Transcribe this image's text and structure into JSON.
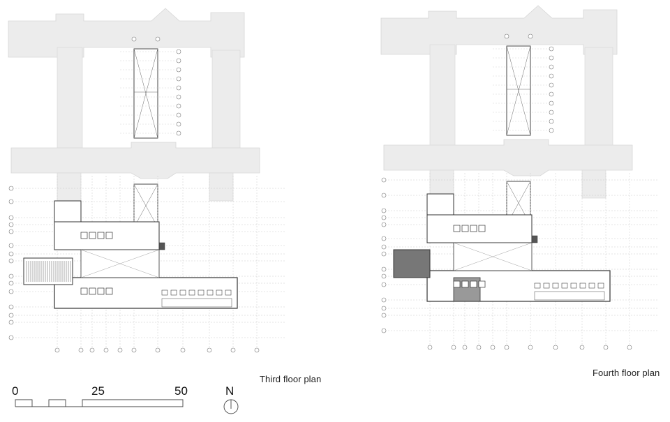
{
  "plans": [
    {
      "caption": "Third floor plan"
    },
    {
      "caption": "Fourth floor plan"
    }
  ],
  "scale_bar": {
    "labels": [
      "0",
      "25",
      "50"
    ]
  },
  "north_arrow": {
    "label": "N"
  },
  "colors": {
    "context_fill": "#ececec",
    "context_stroke": "#d6d6d6",
    "plan_line": "#333333",
    "grid_line": "#c8c8c8",
    "hatch_dark": "#555555"
  },
  "icons": [
    "north-arrow-icon",
    "scale-bar-icon"
  ]
}
